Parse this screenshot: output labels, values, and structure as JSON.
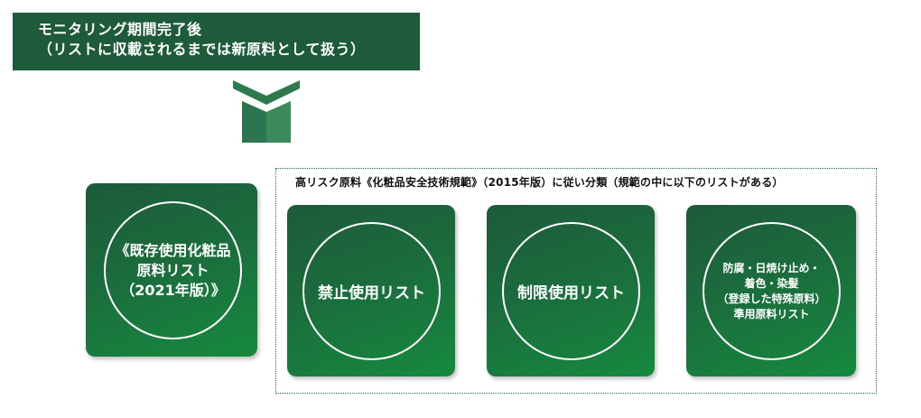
{
  "top_banner": {
    "line1": "モニタリング期間完了後",
    "line2": "（リストに収載されるまでは新原料として扱う）"
  },
  "arrow": {
    "icon": "down-arrow-icon",
    "color": "#2e7a4f"
  },
  "main_card": {
    "line1": "《既存使用化粧品",
    "line2": "原料リスト",
    "line3": "（2021年版）》"
  },
  "frame": {
    "title": "高リスク原料《化粧品安全技術規範》（2015年版）に従い分類（規範の中に以下のリストがある）"
  },
  "lists": [
    {
      "label": "禁止使用リスト"
    },
    {
      "label": "制限使用リスト"
    },
    {
      "line1": "防腐・日焼け止め・",
      "line2": "着色・染髪",
      "line3": "（登録した特殊原料）",
      "line4": "準用原料リスト"
    }
  ],
  "colors": {
    "banner": "#1e5b3b",
    "card_dark": "#1d5a3a",
    "card_light": "#168a3e",
    "frame_border": "#2f6b50"
  }
}
